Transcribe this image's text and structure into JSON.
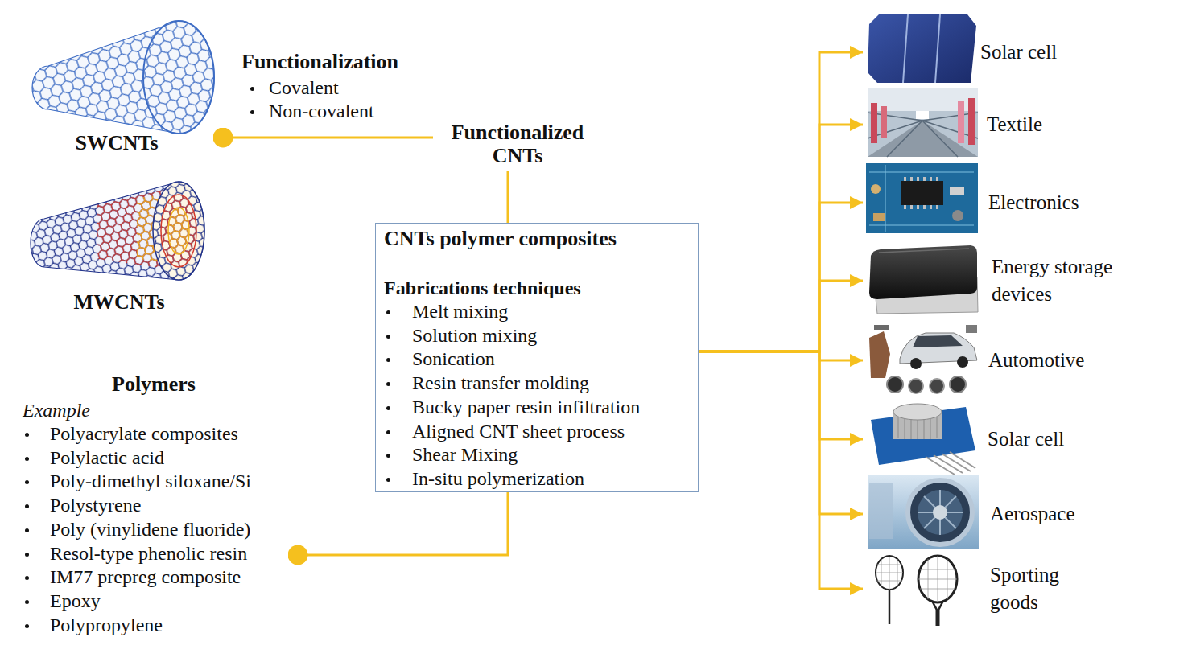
{
  "diagram": {
    "nodes": [
      {
        "text": [
          "SWCNTs"
        ]
      },
      {
        "text": [
          "Functionalized CNTs"
        ]
      },
      {
        "text": [
          "MWCNTs"
        ]
      },
      {
        "text": [
          "CNTs polymer composites",
          "Fabrications techniques",
          "Melt mixing",
          "Solution mixing",
          "Sonication",
          "Resin transfer molding",
          "Bucky paper resin infiltration",
          "Aligned CNT sheet process",
          "Shear Mixing",
          "In-situ polymerization"
        ]
      },
      {
        "text": [
          "Polymers",
          "Example",
          "Polyacrylate composites",
          "Polylactic acid",
          "Poly-dimethyl siloxane/Si",
          "Polystyrene",
          "Poly (vinylidene fluoride)",
          "Resol-type phenolic resin",
          "IM77 prepreg composite",
          "Epoxy",
          "Polypropylene"
        ]
      },
      {
        "text": [
          "Solar cell"
        ]
      },
      {
        "text": [
          "Textile"
        ]
      },
      {
        "text": [
          "Electronics"
        ]
      },
      {
        "text": [
          "Energy storage devices"
        ]
      },
      {
        "text": [
          "Automotive"
        ]
      },
      {
        "text": [
          "Solar cell"
        ]
      },
      {
        "text": [
          "Aerospace"
        ]
      },
      {
        "text": [
          "Sporting goods"
        ]
      }
    ],
    "edges": [
      {
        "from": 0,
        "to": 1,
        "arrow": "none"
      },
      {
        "from": 1,
        "to": 3,
        "arrow": "none"
      },
      {
        "from": 4,
        "to": 3,
        "arrow": "none"
      },
      {
        "from": 3,
        "to": 5,
        "arrow": "to"
      },
      {
        "from": 3,
        "to": 6,
        "arrow": "to"
      },
      {
        "from": 3,
        "to": 7,
        "arrow": "to"
      },
      {
        "from": 3,
        "to": 8,
        "arrow": "to"
      },
      {
        "from": 3,
        "to": 9,
        "arrow": "to"
      },
      {
        "from": 3,
        "to": 10,
        "arrow": "to"
      },
      {
        "from": 3,
        "to": 11,
        "arrow": "to"
      },
      {
        "from": 3,
        "to": 12,
        "arrow": "to"
      }
    ],
    "labels": [
      "Functionalization",
      "Covalent",
      "Non-covalent"
    ]
  }
}
